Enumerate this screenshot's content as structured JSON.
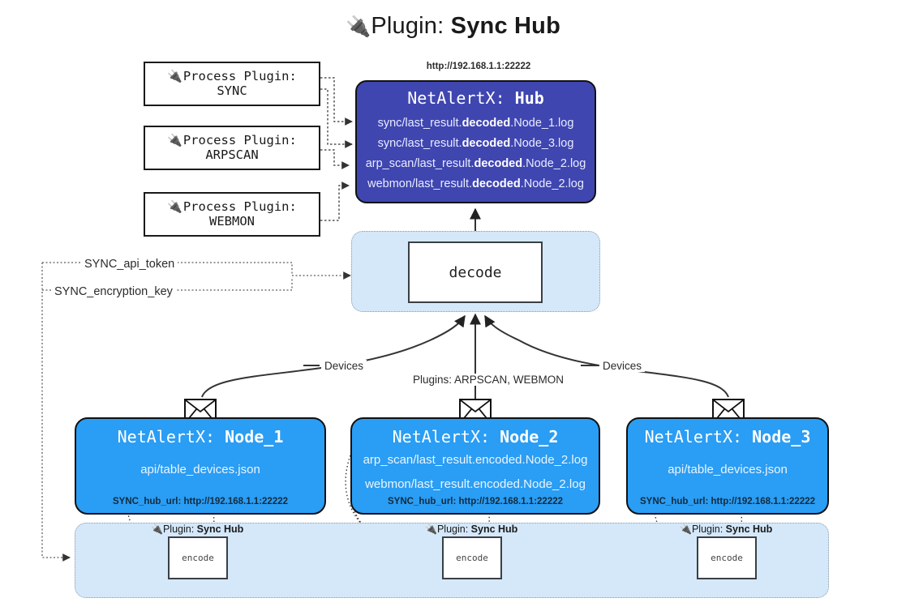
{
  "title": {
    "icon": "plug-icon",
    "glyph": "🔌",
    "label": "Plugin:",
    "name": "Sync Hub"
  },
  "process_plugins": [
    {
      "icon": "plug-icon",
      "glyph": "🔌",
      "label": "Process Plugin:",
      "name": "SYNC"
    },
    {
      "icon": "plug-icon",
      "glyph": "🔌",
      "label": "Process Plugin:",
      "name": "ARPSCAN"
    },
    {
      "icon": "plug-icon",
      "glyph": "🔌",
      "label": "Process Plugin:",
      "name": "WEBMON"
    }
  ],
  "hub": {
    "url": "http://192.168.1.1:22222",
    "title_prefix": "NetAlertX:",
    "title_name": "Hub",
    "lines": [
      {
        "pre": "sync/last_result.",
        "bold": "decoded",
        "post": ".Node_1.log"
      },
      {
        "pre": "sync/last_result.",
        "bold": "decoded",
        "post": ".Node_3.log"
      },
      {
        "pre": "arp_scan/last_result.",
        "bold": "decoded",
        "post": ".Node_2.log"
      },
      {
        "pre": "webmon/last_result.",
        "bold": "decoded",
        "post": ".Node_2.log"
      }
    ]
  },
  "decode": {
    "box_label": "decode"
  },
  "edge_labels": {
    "api_token": "SYNC_api_token",
    "encryption_key": "SYNC_encryption_key",
    "devices_left": "Devices",
    "devices_right": "Devices",
    "plugins_center": "Plugins: ARPSCAN, WEBMON"
  },
  "nodes": [
    {
      "title_prefix": "NetAlertX:",
      "title_name": "Node_1",
      "lines": [
        "api/table_devices.json"
      ],
      "footer": "SYNC_hub_url: http://192.168.1.1:22222",
      "envelope_icon": "envelope-icon"
    },
    {
      "title_prefix": "NetAlertX:",
      "title_name": "Node_2",
      "lines": [
        "arp_scan/last_result.encoded.Node_2.log",
        "webmon/last_result.encoded.Node_2.log"
      ],
      "footer": "SYNC_hub_url: http://192.168.1.1:22222",
      "envelope_icon": "envelope-icon"
    },
    {
      "title_prefix": "NetAlertX:",
      "title_name": "Node_3",
      "lines": [
        "api/table_devices.json"
      ],
      "footer": "SYNC_hub_url: http://192.168.1.1:22222",
      "envelope_icon": "envelope-icon"
    }
  ],
  "encode_sections": [
    {
      "glyph": "🔌",
      "label": "Plugin:",
      "name": "Sync Hub",
      "box_label": "encode"
    },
    {
      "glyph": "🔌",
      "label": "Plugin:",
      "name": "Sync Hub",
      "box_label": "encode"
    },
    {
      "glyph": "🔌",
      "label": "Plugin:",
      "name": "Sync Hub",
      "box_label": "encode"
    }
  ],
  "colors": {
    "hub_fill": "#3f46b0",
    "node_fill": "#2a9df4",
    "zone_fill": "#d4e8fa",
    "stroke": "#111111",
    "page_bg": "#ffffff"
  }
}
